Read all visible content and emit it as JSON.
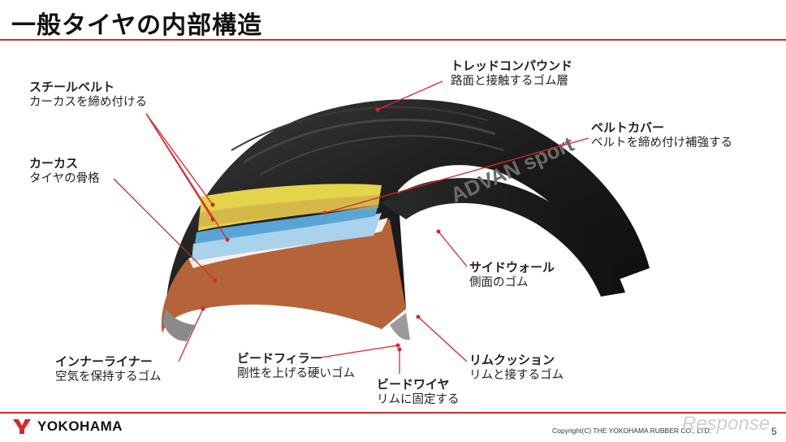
{
  "title": "一般タイヤの内部構造",
  "tire": {
    "brand_text": "ADVAN sport"
  },
  "labels": {
    "steel_belt": {
      "heading": "スチールベルト",
      "desc": "カーカスを締め付ける"
    },
    "carcass": {
      "heading": "カーカス",
      "desc": "タイヤの骨格"
    },
    "tread": {
      "heading": "トレッドコンパウンド",
      "desc": "路面と接触するゴム層"
    },
    "belt_cover": {
      "heading": "ベルトカバー",
      "desc": "ベルトを締め付け補強する"
    },
    "sidewall": {
      "heading": "サイドウォール",
      "desc": "側面のゴム"
    },
    "inner_liner": {
      "heading": "インナーライナー",
      "desc": "空気を保持するゴム"
    },
    "bead_filler": {
      "heading": "ビードフィラー",
      "desc": "剛性を上げる硬いゴム"
    },
    "bead_wire": {
      "heading": "ビードワイヤ",
      "desc": "リムに固定する"
    },
    "rim_cushion": {
      "heading": "リムクッション",
      "desc": "リムと接するゴム"
    }
  },
  "footer": {
    "logo_text": "YOKOHAMA",
    "copyright": "Copyright(C) THE YOKOHAMA RUBBER CO., LTD.",
    "watermark": "Response",
    "page_number": "5"
  },
  "colors": {
    "accent": "#d7262e",
    "tire_dark": "#1a1a1a",
    "tread_yellow": "#e3d44a",
    "belt_blue": "#5aa5d6",
    "carcass_brown": "#b5643a"
  }
}
